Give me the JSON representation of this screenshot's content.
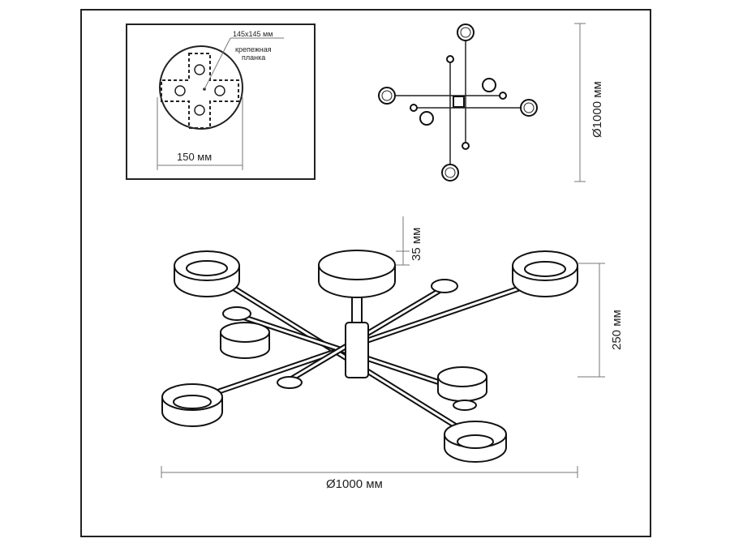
{
  "mount_detail": {
    "plate_size": "145x145 мм",
    "plate_label_line1": "крепежная",
    "plate_label_line2": "планка",
    "base_diameter": "150 мм"
  },
  "top_view": {
    "diameter": "Ø1000 мм"
  },
  "side_view": {
    "ring_height": "35 мм",
    "height": "250 мм",
    "diameter": "Ø1000 мм"
  }
}
